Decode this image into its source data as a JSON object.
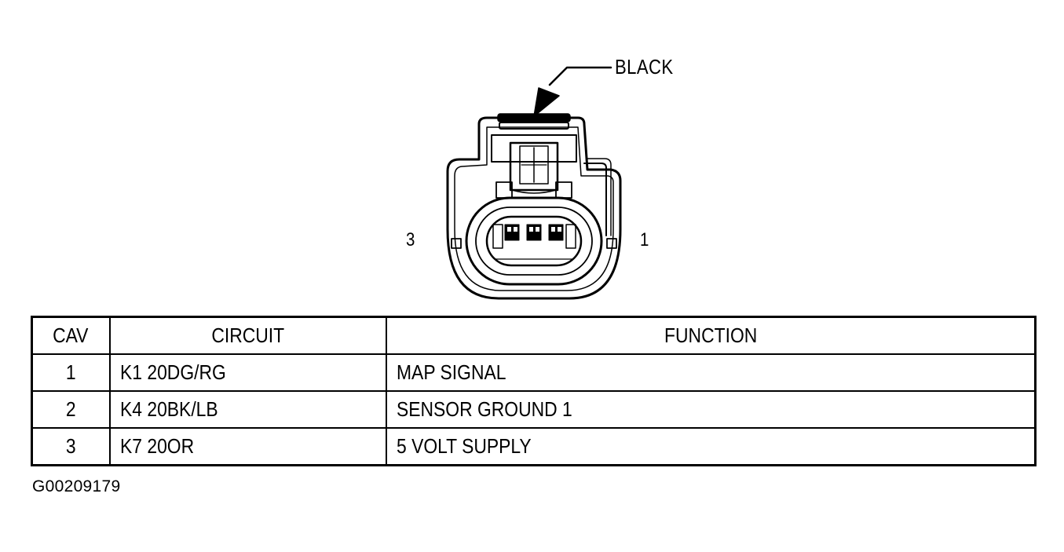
{
  "diagram": {
    "housing_color_callout": "BLACK",
    "pin_label_left": "3",
    "pin_label_right": "1"
  },
  "table": {
    "headers": [
      "CAV",
      "CIRCUIT",
      "FUNCTION"
    ],
    "rows": [
      {
        "cav": "1",
        "circuit": "K1 20DG/RG",
        "function": "MAP SIGNAL"
      },
      {
        "cav": "2",
        "circuit": "K4 20BK/LB",
        "function": "SENSOR GROUND 1"
      },
      {
        "cav": "3",
        "circuit": "K7 20OR",
        "function": "5 VOLT SUPPLY"
      }
    ]
  },
  "figure_id": "G00209179"
}
